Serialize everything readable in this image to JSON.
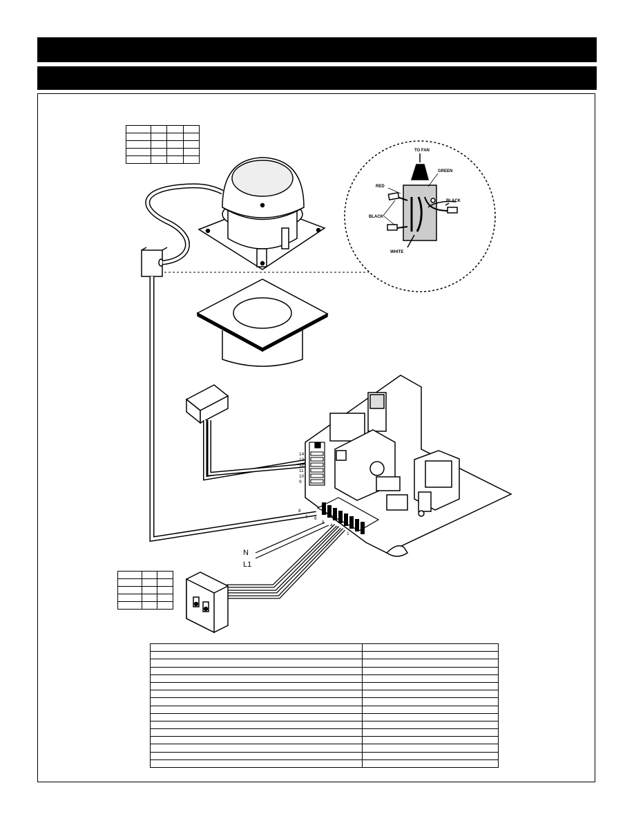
{
  "labels": {
    "to_fan": "TO FAN",
    "green": "GREEN",
    "red": "RED",
    "black_right": "BLACK",
    "black_left": "BLACK",
    "white": "WHITE",
    "neutral": "N",
    "line": "L1"
  },
  "terminals_upper": [
    "14",
    "13",
    "12",
    "11",
    "10",
    "9"
  ],
  "terminals_lower": [
    "8",
    "7",
    "6",
    "5",
    "4",
    "3",
    "2",
    "1"
  ],
  "tables": {
    "fan_table_rows": 5,
    "fan_table_cols": 4,
    "switch_table_rows": 5,
    "switch_table_cols": 3,
    "legend_rows": 16
  }
}
